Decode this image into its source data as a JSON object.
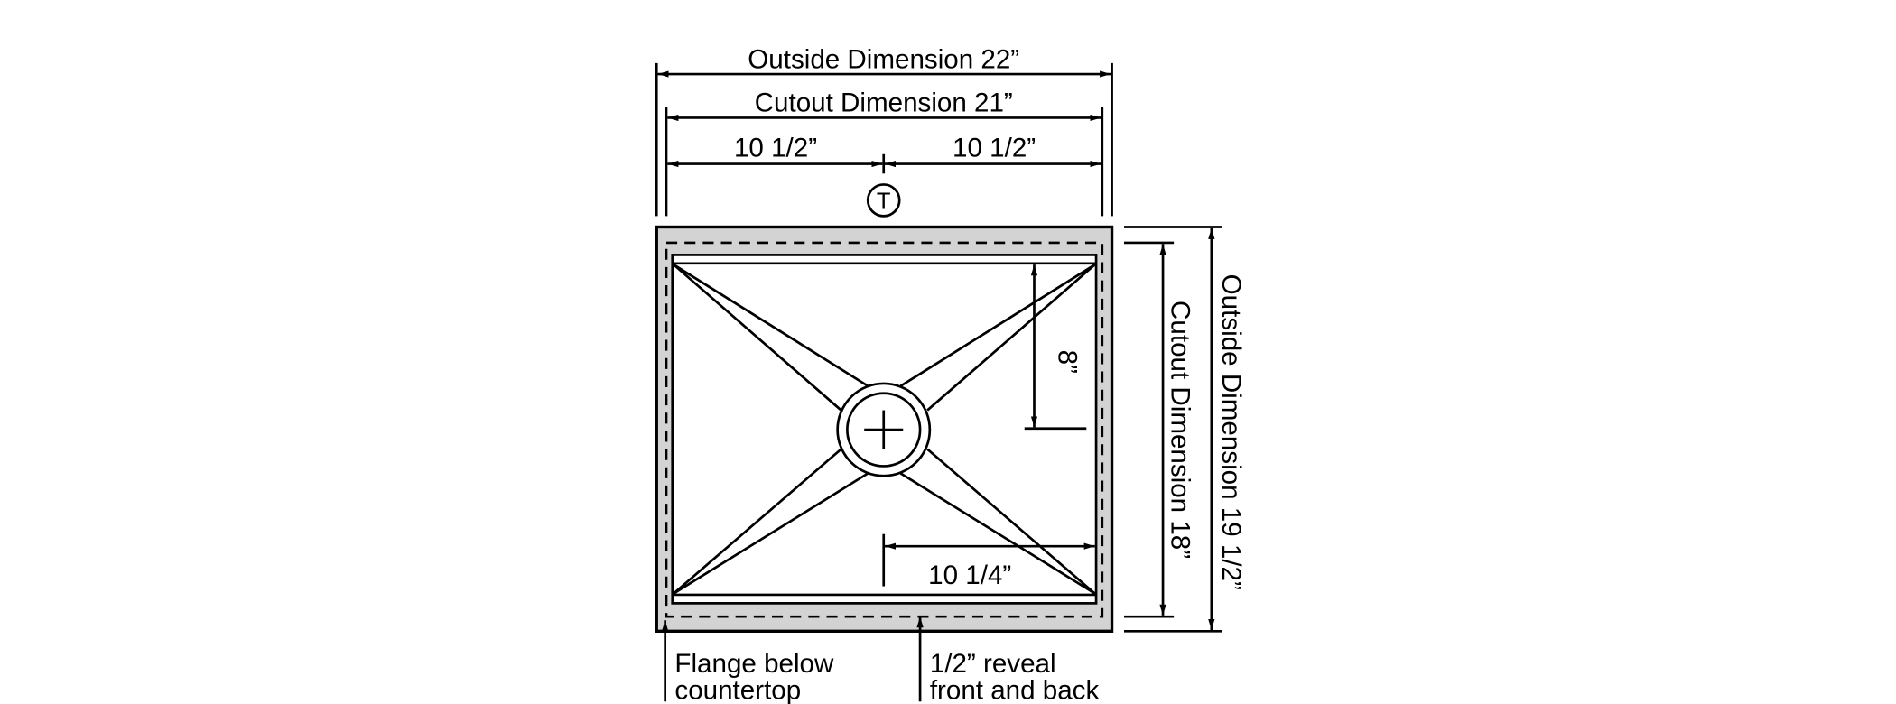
{
  "title": "Sink cutout dimensions diagram",
  "labels": {
    "outside_width": "Outside Dimension 22”",
    "cutout_width": "Cutout Dimension 21”",
    "half_left": "10 1/2”",
    "half_right": "10 1/2”",
    "t_marker": "T",
    "cutout_depth": "Cutout Dimension 18”",
    "outside_depth": "Outside Dimension 19 1/2”",
    "drain_offset_depth": "8”",
    "drain_offset_width": "10 1/4”",
    "flange_line1": "Flange below",
    "flange_line2": "countertop",
    "reveal_line1": "1/2” reveal",
    "reveal_line2": "front and back"
  },
  "colors": {
    "flange": "#d3d3d3",
    "line": "#000000"
  }
}
